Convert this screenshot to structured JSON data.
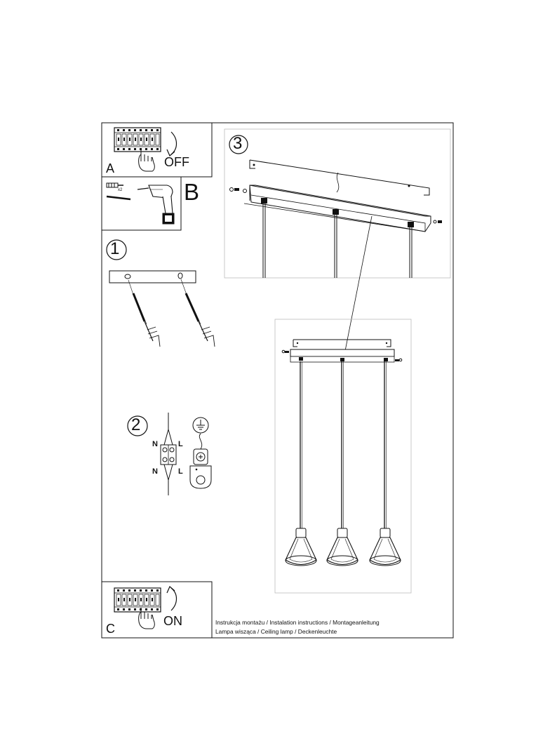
{
  "steps": {
    "a": {
      "letter": "A",
      "word": "OFF"
    },
    "b": {
      "letter": "B",
      "qty": "x2"
    },
    "one": {
      "number": "1"
    },
    "two": {
      "number": "2",
      "n_top": "N",
      "l_top": "L",
      "n_bottom": "N",
      "l_bottom": "L"
    },
    "three": {
      "number": "3"
    },
    "c": {
      "letter": "C",
      "word": "ON"
    }
  },
  "footer": {
    "line1": "Instrukcja montażu / Instalation instructions / Montageanleitung",
    "line2": "Lampa wisząca / Ceiling lamp / Deckenleuchte"
  },
  "icons": [
    "breaker-panel-icon",
    "hand-icon",
    "arrow-icon",
    "drill-icon",
    "wall-plug-icon",
    "screw-icon",
    "earth-ground-icon",
    "terminal-block-icon",
    "pendant-lamp-icon"
  ]
}
